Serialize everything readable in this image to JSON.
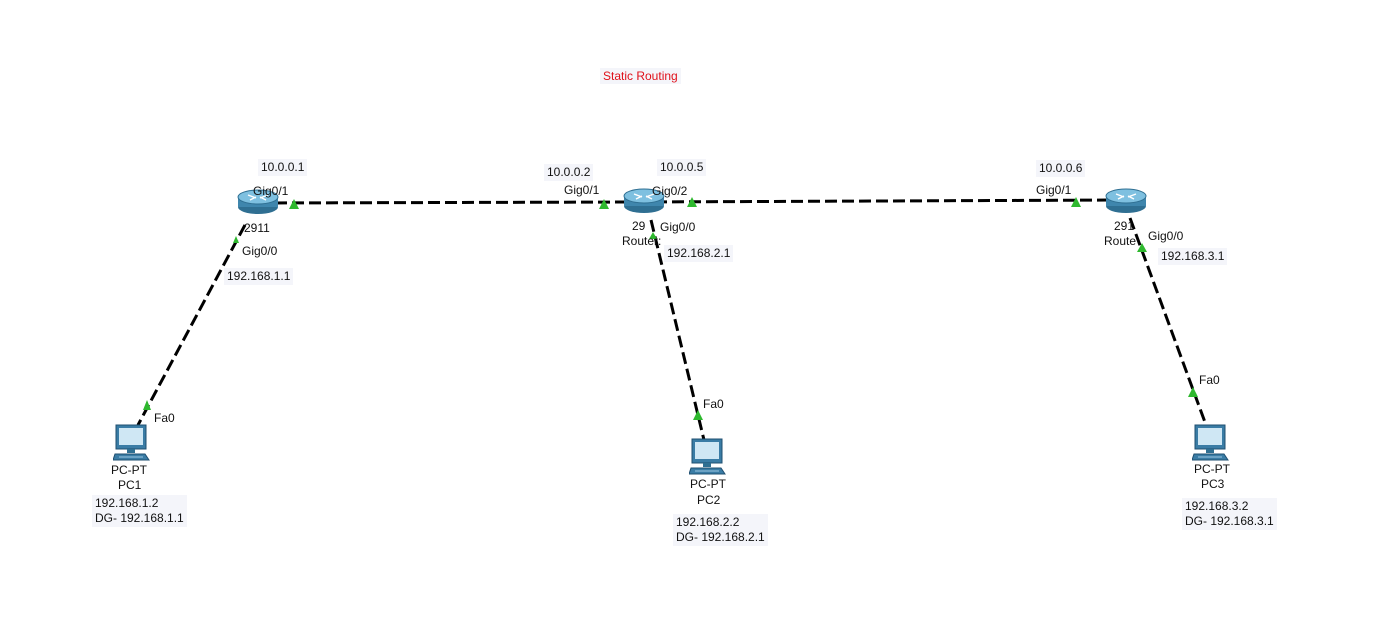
{
  "title": "Static Routing",
  "routers": [
    {
      "model": "2911",
      "hostname": "",
      "ips": [
        "10.0.0.1",
        "192.168.1.1"
      ],
      "ports": [
        "Gig0/1",
        "Gig0/0"
      ]
    },
    {
      "model": "29",
      "hostname": "Router:",
      "ips": [
        "10.0.0.2",
        "10.0.0.5",
        "192.168.2.1"
      ],
      "ports": [
        "Gig0/1",
        "Gig0/2",
        "Gig0/0"
      ]
    },
    {
      "model": "291",
      "hostname": "Route",
      "ips": [
        "10.0.0.6",
        "192.168.3.1"
      ],
      "ports": [
        "Gig0/1",
        "Gig0/0"
      ]
    }
  ],
  "pcs": [
    {
      "type": "PC-PT",
      "name": "PC1",
      "port": "Fa0",
      "ip": "192.168.1.2",
      "gateway": "DG- 192.168.1.1"
    },
    {
      "type": "PC-PT",
      "name": "PC2",
      "port": "Fa0",
      "ip": "192.168.2.2",
      "gateway": "DG- 192.168.2.1"
    },
    {
      "type": "PC-PT",
      "name": "PC3",
      "port": "Fa0",
      "ip": "192.168.3.2",
      "gateway": "DG- 192.168.3.1"
    }
  ],
  "colors": {
    "link": "#000000",
    "port_status_up": "#2eb82e",
    "title": "#e0101a",
    "router_body": "#4a92b8"
  }
}
